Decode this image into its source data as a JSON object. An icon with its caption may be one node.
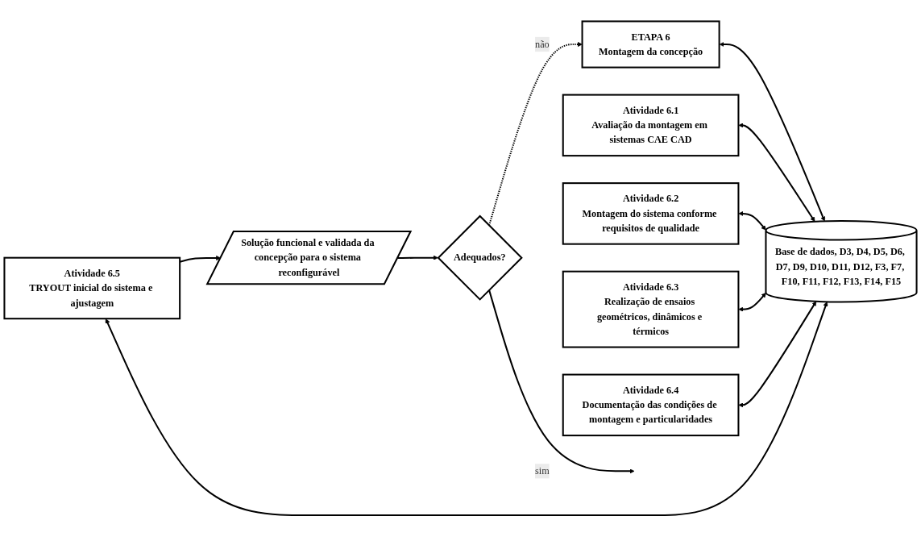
{
  "diagram": {
    "nodes": [
      {
        "text": [
          "ETAPA 6",
          "Montagem da concepção"
        ]
      },
      {
        "text": [
          "Atividade 6.1",
          "Avaliação da montagem em sistemas CAE CAD"
        ]
      },
      {
        "text": [
          "Atividade 6.2",
          "Montagem do sistema conforme requisitos de qualidade"
        ]
      },
      {
        "text": [
          "Atividade 6.3",
          "Realização de ensaios geométricos, dinâmicos e térmicos"
        ]
      },
      {
        "text": [
          "Atividade 6.4",
          "Documentação das condições de montagem e particularidades"
        ]
      },
      {
        "text": [
          "Atividade 6.5",
          "TRYOUT inicial do sistema e ajustagem"
        ]
      },
      {
        "text": [
          "Solução funcional e validada da concepção para o sistema reconfigurável"
        ]
      },
      {
        "text": [
          "Adequados?"
        ]
      },
      {
        "text": [
          "Base de dados, D3, D4, D5, D6, D7, D9, D10, D11, D12, F3, F7, F10, F11, F12, F13, F14, F15"
        ]
      }
    ],
    "edges": [
      {
        "from": 0,
        "to": 8,
        "arrow": "both"
      },
      {
        "from": 1,
        "to": 8,
        "arrow": "both"
      },
      {
        "from": 2,
        "to": 8,
        "arrow": "both"
      },
      {
        "from": 3,
        "to": 8,
        "arrow": "both"
      },
      {
        "from": 4,
        "to": 8,
        "arrow": "both"
      },
      {
        "from": 5,
        "to": 8,
        "arrow": "both"
      },
      {
        "from": 5,
        "to": 6,
        "arrow": "to"
      },
      {
        "from": 6,
        "to": 7,
        "arrow": "to"
      },
      {
        "from": 7,
        "to": 0,
        "arrow": "to",
        "label": "não",
        "style": "dashed"
      },
      {
        "from": 7,
        "to": null,
        "arrow": "to",
        "label": "sim"
      }
    ]
  }
}
